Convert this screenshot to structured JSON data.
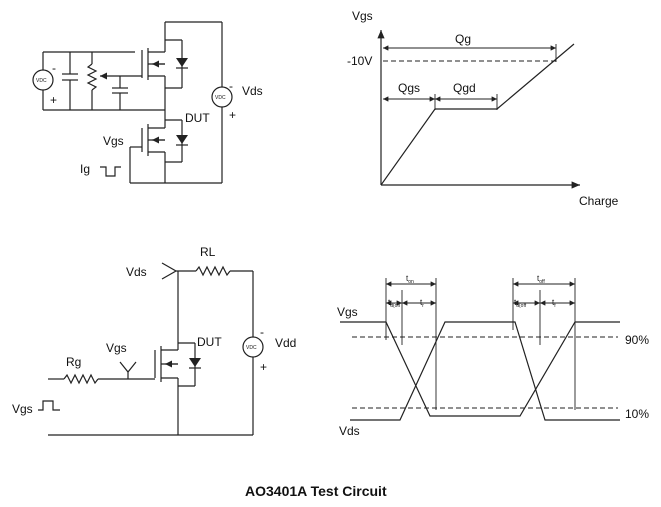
{
  "title": "AO3401A Test Circuit",
  "gate_charge_circuit": {
    "vdc_label": "VDC",
    "minus": "-",
    "plus": "+",
    "vds": "Vds",
    "dut": "DUT",
    "vgs": "Vgs",
    "ig": "Ig"
  },
  "gate_charge_graph": {
    "y_axis": "Vgs",
    "x_axis": "Charge",
    "level": "-10V",
    "qg": "Qg",
    "qgs": "Qgs",
    "qgd": "Qgd"
  },
  "switching_circuit": {
    "vds": "Vds",
    "rl": "RL",
    "vgs": "Vgs",
    "rg": "Rg",
    "dut": "DUT",
    "vdc_label": "VDC",
    "vdd": "Vdd",
    "minus": "-",
    "plus": "+",
    "vgs_pulse": "Vgs"
  },
  "switching_waveform": {
    "vgs": "Vgs",
    "vds": "Vds",
    "pct90": "90%",
    "pct10": "10%",
    "ton": "t",
    "ton_sub": "on",
    "tdon": "t",
    "tdon_sub": "d(on",
    "tr": "t",
    "tr_sub": "r",
    "toff": "t",
    "toff_sub": "off",
    "tdoff": "t",
    "tdoff_sub": "d(off",
    "tf": "t",
    "tf_sub": "f"
  }
}
